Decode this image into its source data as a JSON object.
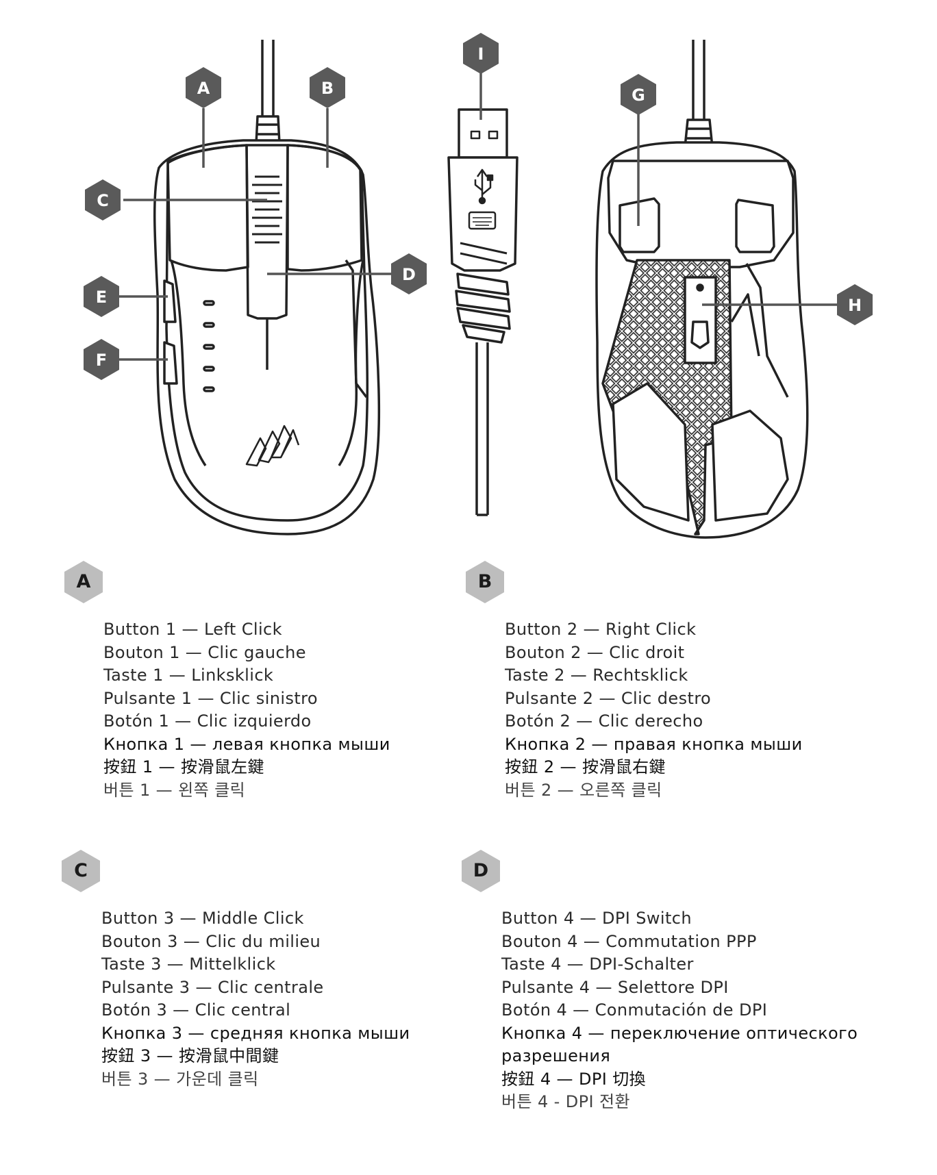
{
  "callouts": [
    "A",
    "B",
    "C",
    "D",
    "E",
    "F",
    "G",
    "H",
    "I"
  ],
  "sections": [
    {
      "letter": "A",
      "lines": [
        "Button 1 — Left Click",
        "Bouton 1 — Clic gauche",
        "Taste 1 — Linksklick",
        "Pulsante 1 — Clic sinistro",
        "Botón 1 — Clic izquierdo",
        "Кнопка 1 — левая кнопка мыши",
        "按鈕 1 — 按滑鼠左鍵",
        "버튼 1 — 왼쪽 클릭"
      ]
    },
    {
      "letter": "B",
      "lines": [
        "Button 2 — Right Click",
        "Bouton 2 — Clic droit",
        "Taste 2 — Rechtsklick",
        "Pulsante 2 — Clic destro",
        "Botón 2 — Clic derecho",
        "Кнопка 2 — правая кнопка мыши",
        "按鈕 2 — 按滑鼠右鍵",
        "버튼 2 — 오른쪽 클릭"
      ]
    },
    {
      "letter": "C",
      "lines": [
        "Button 3 — Middle Click",
        "Bouton 3 — Clic du milieu",
        "Taste 3 — Mittelklick",
        "Pulsante 3 — Clic centrale",
        "Botón 3 — Clic central",
        "Кнопка 3 — средняя кнопка мыши",
        "按鈕 3 — 按滑鼠中間鍵",
        "버튼 3 — 가운데 클릭"
      ]
    },
    {
      "letter": "D",
      "lines": [
        "Button 4 — DPI Switch",
        "Bouton 4 — Commutation PPP",
        "Taste 4 — DPI-Schalter",
        "Pulsante 4 — Selettore DPI",
        "Botón 4 — Conmutación de DPI",
        "Кнопка 4 — переключение оптического",
        "разрешения",
        "按鈕 4 — DPI 切換",
        "버튼 4 - DPI 전환"
      ]
    }
  ]
}
